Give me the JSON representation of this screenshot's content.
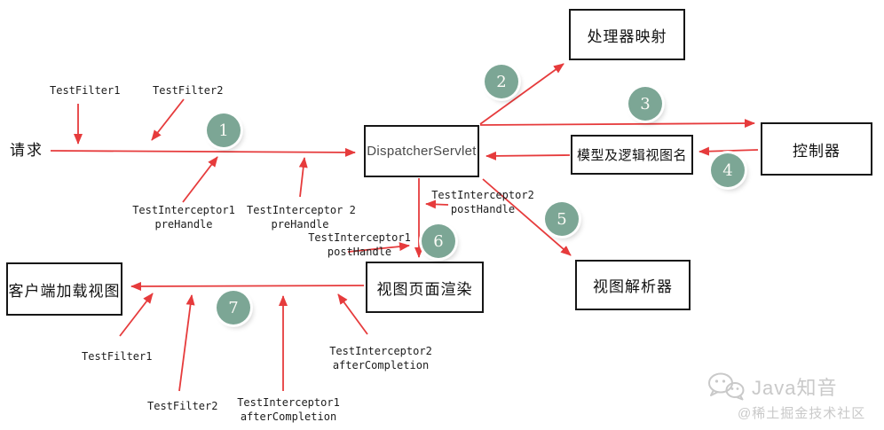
{
  "colors": {
    "arrow": "#e63b3c",
    "circle": "#7ca695",
    "border": "#161616",
    "wm": "#c9c9c9"
  },
  "request_label": "请求",
  "boxes": {
    "handler_mapping": "处理器映射",
    "controller": "控制器",
    "model_view_name": "模型及逻辑视图名",
    "dispatcher_servlet": "DispatcherServlet",
    "view_resolver": "视图解析器",
    "view_render": "视图页面渲染",
    "client_load_view": "客户端加载视图"
  },
  "steps": {
    "s1": "1",
    "s2": "2",
    "s3": "3",
    "s4": "4",
    "s5": "5",
    "s6": "6",
    "s7": "7"
  },
  "annotations": {
    "filter1_top": "TestFilter1",
    "filter2_top": "TestFilter2",
    "interceptor1_pre_1": "TestInterceptor1",
    "interceptor1_pre_2": "preHandle",
    "interceptor2_pre_1": "TestInterceptor 2",
    "interceptor2_pre_2": "preHandle",
    "interceptor1_post_1": "TestInterceptor1",
    "interceptor1_post_2": "postHandle",
    "interceptor2_post_1": "TestInterceptor2",
    "interceptor2_post_2": "postHandle",
    "filter1_bottom": "TestFilter1",
    "filter2_bottom": "TestFilter2",
    "interceptor1_after_1": "TestInterceptor1",
    "interceptor1_after_2": "afterCompletion",
    "interceptor2_after_1": "TestInterceptor2",
    "interceptor2_after_2": "afterCompletion"
  },
  "watermark": {
    "brand": "Java知音",
    "community": "@稀土掘金技术社区",
    "icon": "wechat-icon"
  }
}
